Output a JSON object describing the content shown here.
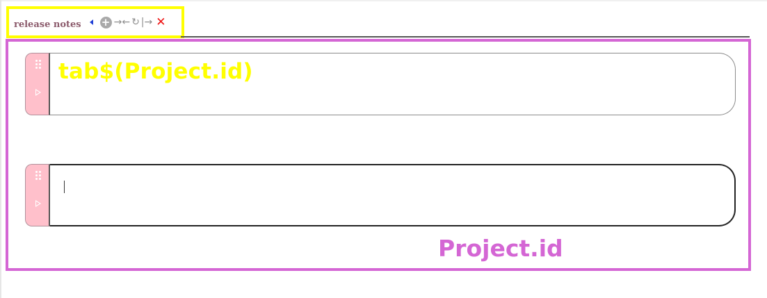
{
  "tab": {
    "title": "release notes",
    "tools": {
      "add_icon": "plus-circle-icon",
      "plus_glyph": "+",
      "merge_glyph": "→←",
      "refresh_glyph": "↻",
      "move_glyph": "|→",
      "close_glyph": "✕"
    }
  },
  "cells": [
    {
      "text": "tab$(Project.id)"
    },
    {
      "text": ""
    }
  ],
  "panel": {
    "label": "Project.id"
  },
  "colors": {
    "tab_highlight": "#ffff00",
    "panel_highlight": "#d466d4",
    "handle": "#ffc0cb",
    "close": "#ee1111",
    "collapse": "#1f3fd6"
  }
}
